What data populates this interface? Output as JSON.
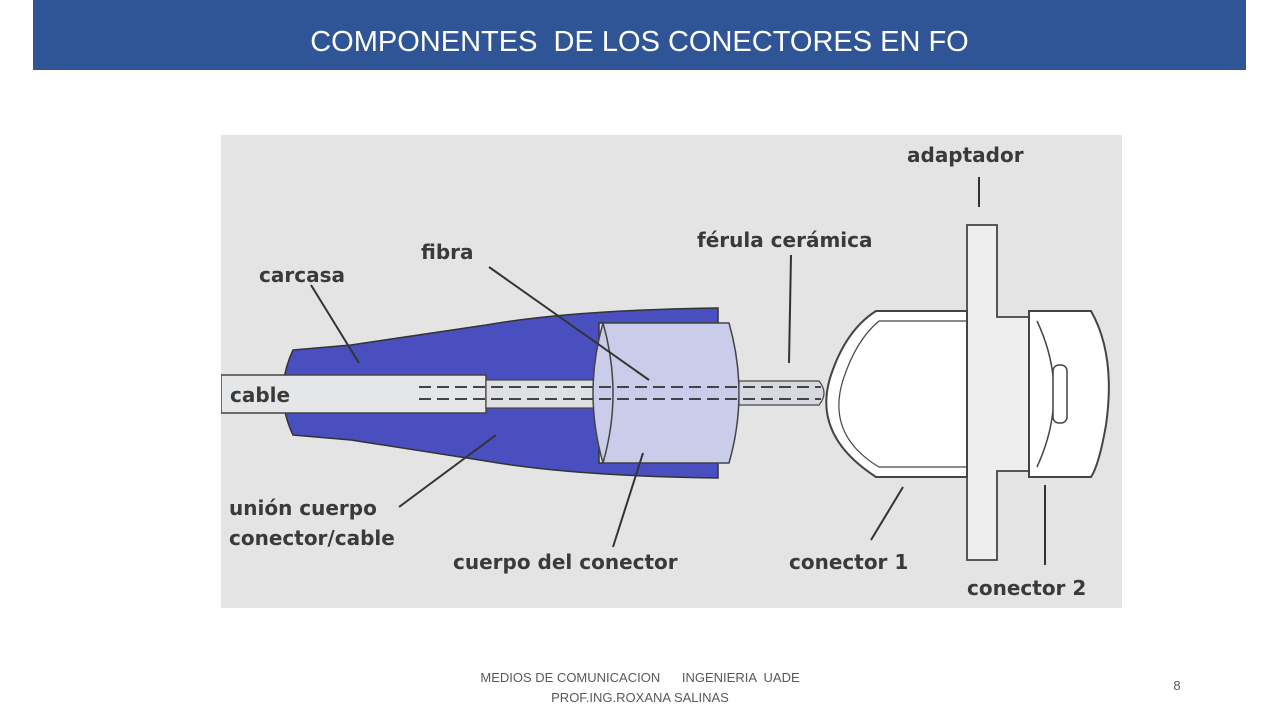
{
  "slide": {
    "title": "COMPONENTES  DE LOS CONECTORES EN FO",
    "page_number": "8"
  },
  "footer": {
    "course": "MEDIOS DE COMUNICACION",
    "school": "INGENIERIA  UADE",
    "professor": "PROF.ING.ROXANA SALINAS"
  },
  "diagram": {
    "labels": {
      "carcasa": "carcasa",
      "fibra": "fibra",
      "ferula": "férula cerámica",
      "adaptador": "adaptador",
      "cable": "cable",
      "union_line1": "unión cuerpo",
      "union_line2": "conector/cable",
      "cuerpo": "cuerpo del conector",
      "conector1": "conector 1",
      "conector2": "conector 2"
    },
    "colors": {
      "housing": "#4a4fbf",
      "body": "#c9cde9",
      "outline": "#444444",
      "background": "#e3e4e3"
    }
  }
}
